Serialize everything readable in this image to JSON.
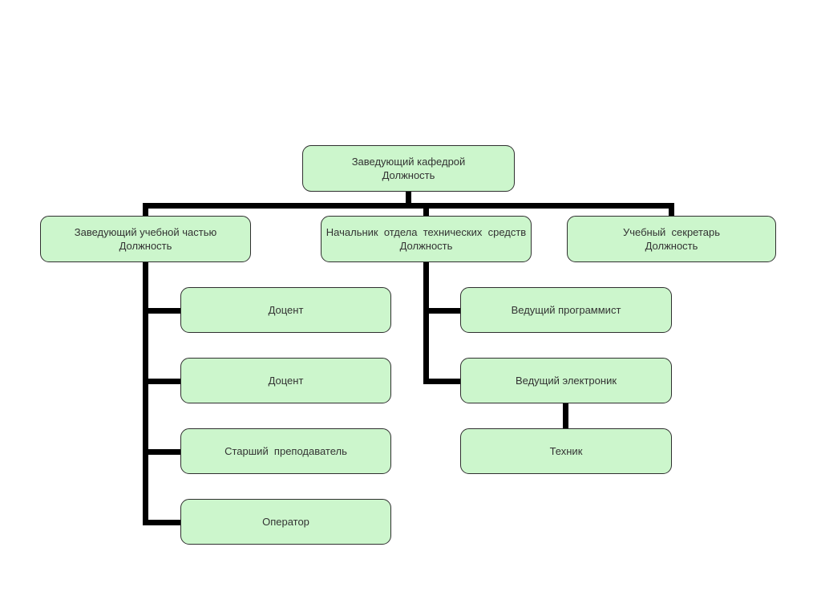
{
  "diagram": {
    "type": "org-chart",
    "head": {
      "title": "Заведующий кафедрой",
      "subtitle": "Должность"
    },
    "deputy_left": {
      "title": "Заведующий учебной частью",
      "subtitle": "Должность"
    },
    "deputy_mid": {
      "title": "Начальник  отдела  технических  средств",
      "subtitle": "Должность"
    },
    "deputy_right": {
      "title": "Учебный  секретарь",
      "subtitle": "Должность"
    },
    "left_children": [
      {
        "title": "Доцент"
      },
      {
        "title": "Доцент"
      },
      {
        "title": "Старший  преподаватель"
      },
      {
        "title": "Оператор"
      }
    ],
    "tech_children": [
      {
        "title": "Ведущий программист"
      },
      {
        "title": "Ведущий электроник"
      }
    ],
    "tech_grandchild": {
      "title": "Техник"
    },
    "colors": {
      "background": "#ffffff",
      "node_fill": "#ccf6cc",
      "node_border": "#2f2f2f",
      "connector": "#000000",
      "text": "#333333"
    }
  }
}
